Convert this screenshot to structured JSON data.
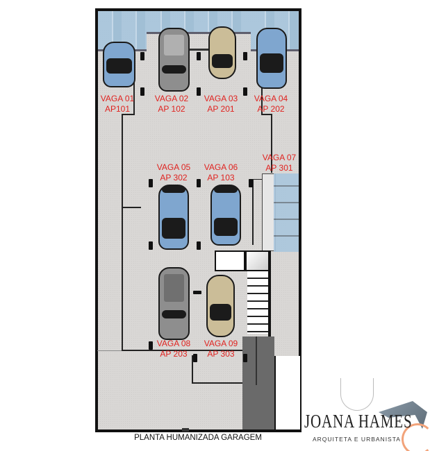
{
  "title": "PLANTA HUMANIZADA GARAGEM",
  "spots": [
    {
      "vaga": "VAGA 01",
      "ap": "AP101",
      "car_color": "#7fa6cf"
    },
    {
      "vaga": "VAGA 02",
      "ap": "AP 102",
      "car_color": "#8e8e8e"
    },
    {
      "vaga": "VAGA 03",
      "ap": "AP 201",
      "car_color": "#cbbd98"
    },
    {
      "vaga": "VAGA 04",
      "ap": "AP 202",
      "car_color": "#7fa6cf"
    },
    {
      "vaga": "VAGA 05",
      "ap": "AP 302",
      "car_color": "#7fa6cf"
    },
    {
      "vaga": "VAGA 06",
      "ap": "AP 103",
      "car_color": "#7fa6cf"
    },
    {
      "vaga": "VAGA 07",
      "ap": "AP 301",
      "car_color": ""
    },
    {
      "vaga": "VAGA 08",
      "ap": "AP 203",
      "car_color": "#8e8e8e"
    },
    {
      "vaga": "VAGA 09",
      "ap": "AP 303",
      "car_color": "#cbbd98"
    }
  ],
  "logo": {
    "name": "JOANA HAMES",
    "subtitle": "ARQUITETA E URBANISTA"
  },
  "colors": {
    "label": "#e0221f",
    "floor": "#d9d7d5",
    "wall": "#111111",
    "ramp": "#666666"
  }
}
